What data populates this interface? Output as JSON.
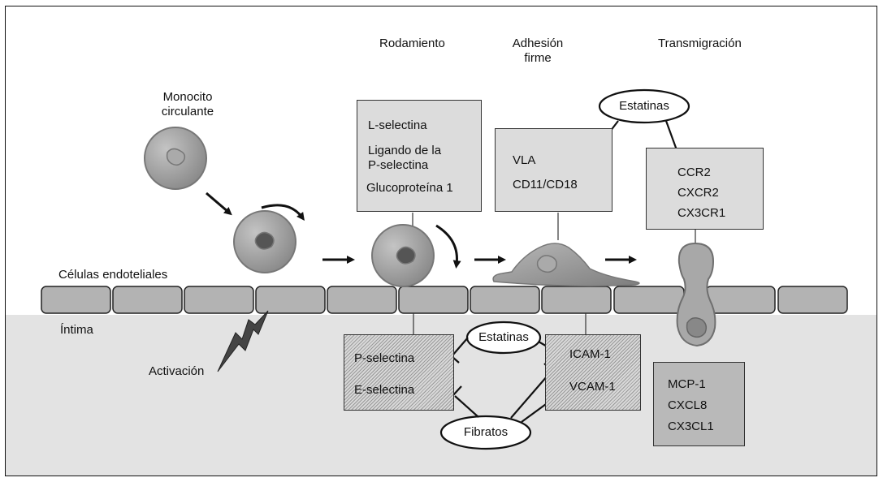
{
  "diagram": {
    "title": "Reclutamiento de monocitos al endotelio",
    "stages": {
      "circulating": "Monocito\ncirculante",
      "circulating_line1": "Monocito",
      "circulating_line2": "circulante",
      "rolling": "Rodamiento",
      "firm_adhesion_line1": "Adhesión",
      "firm_adhesion_line2": "firme",
      "transmigration": "Transmigración"
    },
    "regions": {
      "endothelial_cells": "Células endoteliales",
      "intima": "Íntima",
      "activation": "Activación"
    },
    "monocyte_molecules": {
      "rolling_box": [
        "L-selectina",
        "Ligando de la",
        "P-selectina",
        "Glucoproteína 1"
      ],
      "adhesion_box": [
        "VLA",
        "CD11/CD18"
      ],
      "transmigration_box": [
        "CCR2",
        "CXCR2",
        "CX3CR1"
      ]
    },
    "endothelial_molecules": {
      "selectins_box": [
        "P-selectina",
        "E-selectina"
      ],
      "cams_box": [
        "ICAM-1",
        "VCAM-1"
      ],
      "chemokines_box": [
        "MCP-1",
        "CXCL8",
        "CX3CL1"
      ]
    },
    "inhibitors": {
      "statins_top": "Estatinas",
      "statins_bottom": "Estatinas",
      "fibrates": "Fibratos"
    },
    "colors": {
      "cell_fill": "#9c9c9c",
      "endothelium_fill": "#b3b3b3",
      "intima_fill": "#e3e3e3",
      "box_fill": "#dcdcdc",
      "chemokine_box_fill": "#b9b9b9",
      "line": "#111111"
    }
  }
}
